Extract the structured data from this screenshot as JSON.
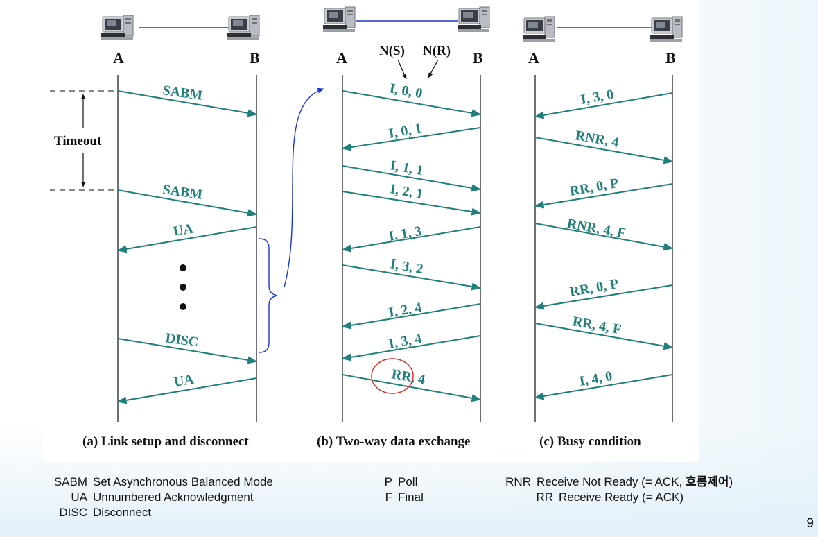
{
  "nodes": {
    "a": "A",
    "b": "B"
  },
  "seq_annotation": {
    "ns": "N(S)",
    "nr": "N(R)"
  },
  "timeout_label": "Timeout",
  "panels": {
    "a": {
      "caption": "(a) Link setup and disconnect",
      "frames": [
        "SABM",
        "SABM",
        "UA",
        "DISC",
        "UA"
      ]
    },
    "b": {
      "caption": "(b) Two-way data exchange",
      "frames": [
        "I, 0, 0",
        "I, 0, 1",
        "I, 1, 1",
        "I, 2, 1",
        "I, 1, 3",
        "I, 3, 2",
        "I, 2, 4",
        "I, 3, 4",
        "RR, 4"
      ]
    },
    "c": {
      "caption": "(c) Busy condition",
      "frames": [
        "I, 3, 0",
        "RNR, 4",
        "RR, 0, P",
        "RNR, 4, F",
        "RR, 0, P",
        "RR, 4, F",
        "I, 4, 0"
      ]
    }
  },
  "legend": {
    "col1": [
      {
        "abbr": "SABM",
        "desc": "Set Asynchronous Balanced Mode"
      },
      {
        "abbr": "UA",
        "desc": "Unnumbered Acknowledgment"
      },
      {
        "abbr": "DISC",
        "desc": "Disconnect"
      }
    ],
    "col2": [
      {
        "abbr": "P",
        "desc": "Poll"
      },
      {
        "abbr": "F",
        "desc": "Final"
      }
    ],
    "col3": [
      {
        "abbr": "RNR",
        "desc": "Receive Not Ready (= ACK, ",
        "desc_bold": "흐름제어",
        "desc_tail": ")"
      },
      {
        "abbr": "RR",
        "desc": "Receive Ready (= ACK)"
      }
    ]
  },
  "page_number": "9",
  "colors": {
    "arrow": "#1f7f7a",
    "curve": "#1a35d8",
    "circle": "#e0231d",
    "link": "#2233cc"
  }
}
